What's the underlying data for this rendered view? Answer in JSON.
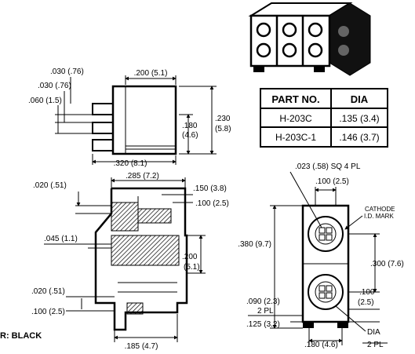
{
  "table": {
    "headers": [
      "PART NO.",
      "DIA"
    ],
    "rows": [
      [
        "H-203C",
        ".135 (3.4)"
      ],
      [
        "H-203C-1",
        ".146 (3.7)"
      ]
    ]
  },
  "side_view": {
    "dim_030_a": ".030 (.76)",
    "dim_030_b": ".030 (.76)",
    "dim_060": ".060 (1.5)",
    "dim_200_top": ".200 (5.1)",
    "dim_180_a": ".180",
    "dim_180_b": "(4.6)",
    "dim_230_a": ".230",
    "dim_230_b": "(5.8)",
    "dim_320": ".320 (8.1)"
  },
  "section_view": {
    "dim_020_top": ".020 (.51)",
    "dim_285": ".285 (7.2)",
    "dim_150": ".150 (3.8)",
    "dim_100_r": ".100 (2.5)",
    "dim_045": ".045 (1.1)",
    "dim_200_a": ".200",
    "dim_200_b": "(5.1)",
    "dim_020_bot": ".020 (.51)",
    "dim_100_l": ".100 (2.5)",
    "dim_185": ".185 (4.7)"
  },
  "front_view": {
    "dim_023": ".023 (.58) SQ 4 PL",
    "dim_100_top": ".100 (2.5)",
    "cathode_1": "CATHODE",
    "cathode_2": "I.D. MARK",
    "dim_380": ".380 (9.7)",
    "dim_300": ".300 (7.6)",
    "dim_090_a": ".090 (2.3)",
    "dim_090_b": "2 PL",
    "dim_100_r_a": ".100",
    "dim_100_r_b": "(2.5)",
    "dim_125": ".125 (3.2)",
    "dim_dia": "DIA",
    "dim_180": ".180 (4.6)",
    "dim_2pl": "2 PL"
  },
  "note": "R: BLACK"
}
